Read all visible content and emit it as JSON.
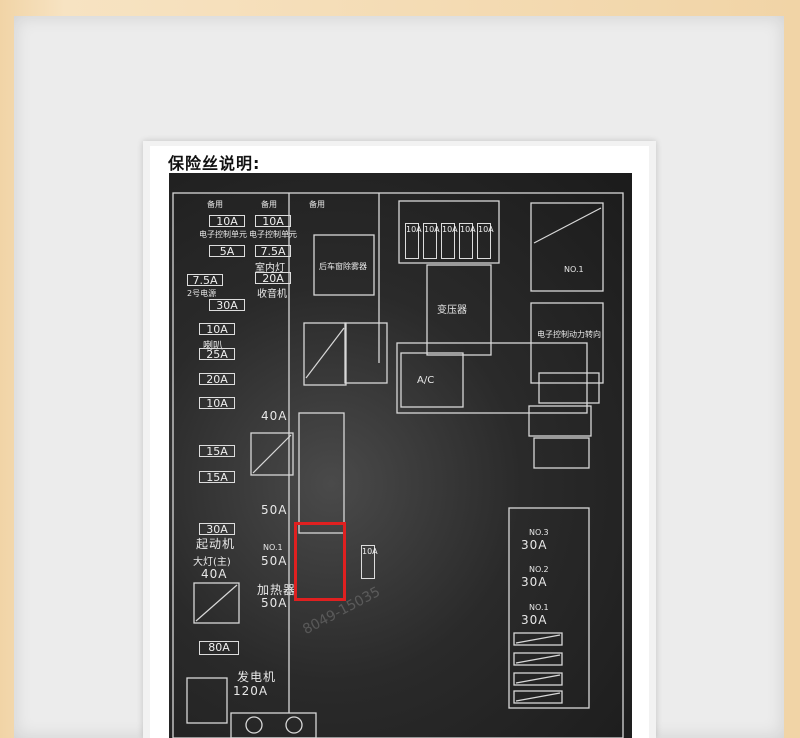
{
  "caption": "保险丝说明:",
  "labels": {
    "spare1": "备用",
    "spare2": "备用",
    "spare3": "备用",
    "f10a_1": "10A",
    "f10a_2": "10A",
    "ecu1": "电子控制单元",
    "ecu2": "电子控制单元",
    "f5a": "5A",
    "f75a": "7.5A",
    "room_light": "室内灯",
    "f75a_2": "7.5A",
    "f20a": "20A",
    "radio": "收音机",
    "wiper": "2号电源",
    "f30a_1": "30A",
    "f10a_3": "10A",
    "horn": "喇叭",
    "f25a": "25A",
    "f20a_2": "20A",
    "f10a_4": "10A",
    "f15a": "15A",
    "f15a_2": "15A",
    "f30a_2": "30A",
    "starter": "起动机",
    "headlamp": "大灯(主)",
    "f40a_1": "40A",
    "f80a": "80A",
    "alternator": "发电机",
    "f120a": "120A",
    "f40a_2": "40A",
    "f50a_1": "50A",
    "f50a_2": "50A",
    "f50a_3": "50A",
    "heater": "加热器",
    "no1": "NO.1",
    "rear_defog": "后车窗除雾器",
    "transformer": "变压器",
    "ac": "A/C",
    "f10a_5": "10A",
    "f10a_6": "10A",
    "f10a_7": "10A",
    "f10a_8": "10A",
    "f10a_9": "10A",
    "f10a_10": "10A",
    "f30a_3": "30A",
    "f30a_4": "30A",
    "f30a_5": "30A",
    "no1b": "NO.1",
    "no2": "NO.2",
    "no3": "NO.3",
    "epower": "电子控制动力转向",
    "heater_no1": "NO.1",
    "wm": "8049-15035"
  }
}
